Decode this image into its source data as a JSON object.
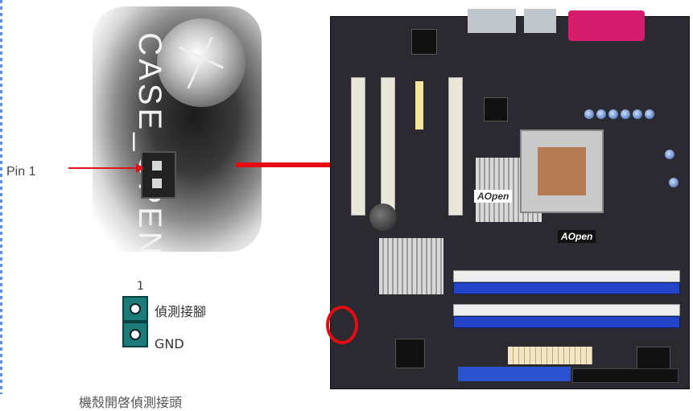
{
  "zoom_photo": {
    "pin_label": "Pin 1",
    "board_silkscreen": "CASE_OPEN"
  },
  "legend": {
    "pin_number": "1",
    "pin1_label": "偵測接腳",
    "pin2_label": "GND"
  },
  "caption": "機殼開啓偵測接頭",
  "board": {
    "badge1": "Open",
    "badge2": "Open",
    "brand_letter": "A"
  },
  "colors": {
    "arrow": "#e60b12",
    "pin_fill": "#1b7a7a"
  }
}
